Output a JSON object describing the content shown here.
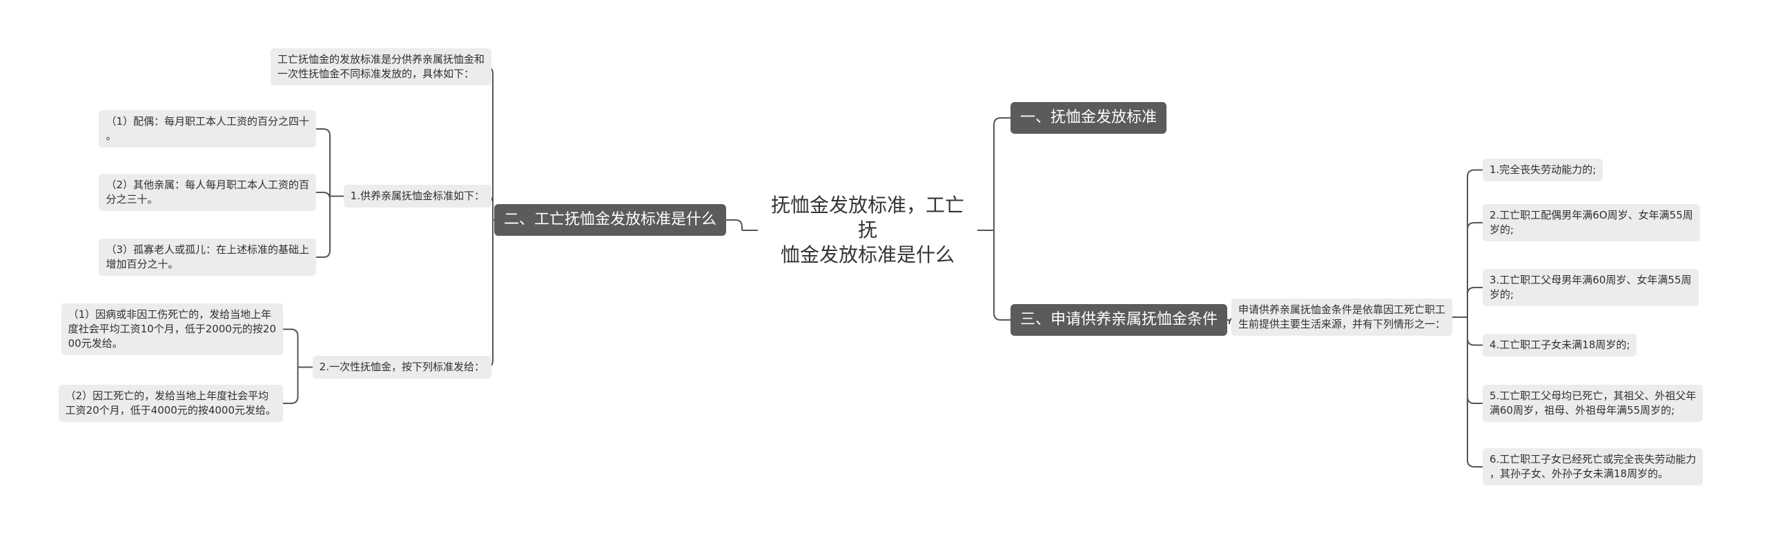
{
  "diagram": {
    "root": "抚恤金发放标准，工亡抚\n恤金发放标准是什么",
    "right": {
      "b1": "一、抚恤金发放标准",
      "b3": "三、申请供养亲属抚恤金条件",
      "b3_intro": "申请供养亲属抚恤金条件是依靠因工死亡职工\n生前提供主要生活来源，并有下列情形之一：",
      "conditions": [
        "1.完全丧失劳动能力的;",
        "2.工亡职工配偶男年满6O周岁、女年满55周\n岁的;",
        "3.工亡职工父母男年满60周岁、女年满55周\n岁的;",
        "4.工亡职工子女未满18周岁的;",
        "5.工亡职工父母均已死亡，其祖父、外祖父年\n满60周岁，祖母、外祖母年满55周岁的;",
        "6.工亡职工子女已经死亡或完全丧失劳动能力\n，其孙子女、外孙子女未满18周岁的。"
      ]
    },
    "left": {
      "b2": "二、工亡抚恤金发放标准是什么",
      "intro": "工亡抚恤金的发放标准是分供养亲属抚恤金和\n一次性抚恤金不同标准发放的，具体如下：",
      "sub1": "1.供养亲属抚恤金标准如下：",
      "sub1_items": [
        "（1）配偶：每月职工本人工资的百分之四十\n。",
        "（2）其他亲属：每人每月职工本人工资的百\n分之三十。",
        "（3）孤寡老人或孤儿：在上述标准的基础上\n增加百分之十。"
      ],
      "sub2": "2.一次性抚恤金，按下列标准发给：",
      "sub2_items": [
        "（1）因病或非因工伤死亡的，发给当地上年\n度社会平均工资10个月，低于2000元的按20\n00元发给。",
        "（2）因工死亡的，发给当地上年度社会平均\n工资20个月，低于4000元的按4000元发给。"
      ]
    }
  },
  "colors": {
    "line": "#555555",
    "branch_bg": "#5b5b5b",
    "leaf_bg": "#ececec"
  }
}
